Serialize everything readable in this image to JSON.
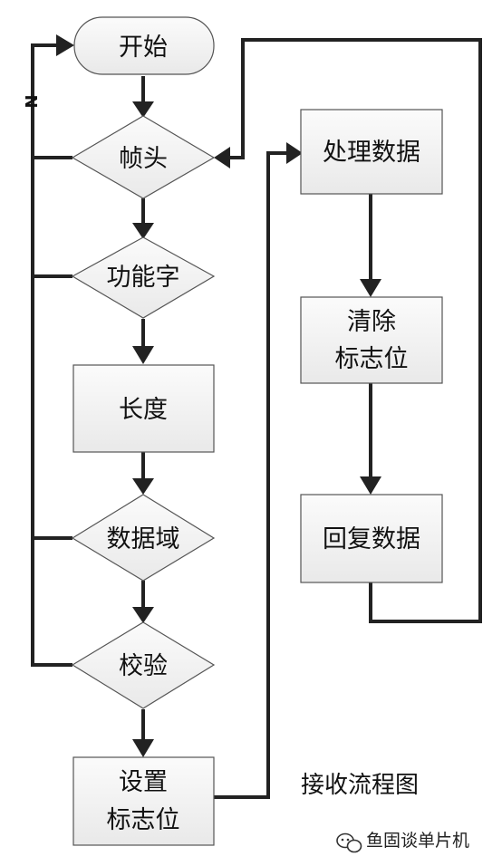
{
  "flowchart": {
    "nodes": {
      "start": "开始",
      "header": "帧头",
      "function_code": "功能字",
      "length": "长度",
      "data_field": "数据域",
      "checksum": "校验",
      "set_flag_line1": "设置",
      "set_flag_line2": "标志位",
      "process_data": "处理数据",
      "clear_flag_line1": "清除",
      "clear_flag_line2": "标志位",
      "reply_data": "回复数据"
    },
    "branch_label": "N",
    "caption": "接收流程图"
  },
  "watermark": {
    "text": "鱼固谈单片机",
    "icon": "wechat-icon"
  },
  "colors": {
    "box_fill": "#f0f0f0",
    "line": "#222222"
  }
}
